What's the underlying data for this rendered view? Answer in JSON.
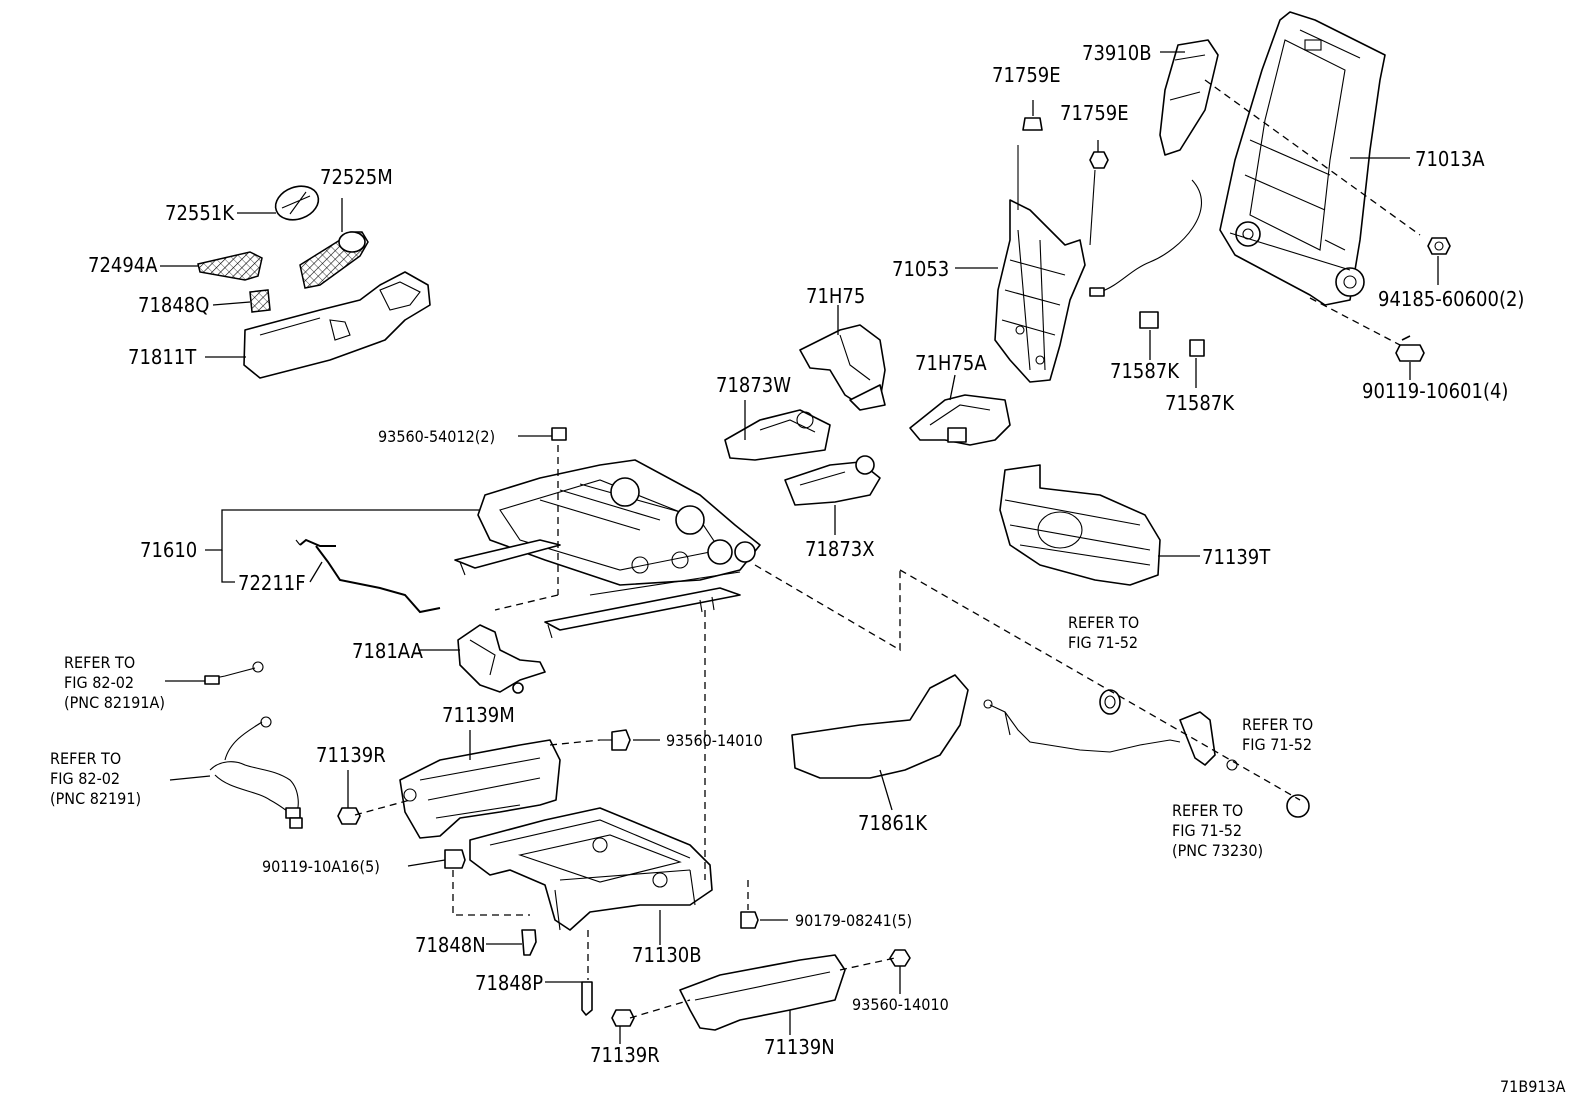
{
  "diagram_code": "71B913A",
  "callouts": {
    "c73910B": "73910B",
    "c71759E_a": "71759E",
    "c71759E_b": "71759E",
    "c71013A": "71013A",
    "c72525M": "72525M",
    "c72551K": "72551K",
    "c72494A": "72494A",
    "c71848Q": "71848Q",
    "c71811T": "71811T",
    "c71053": "71053",
    "c94185": "94185-60600(2)",
    "c71H75": "71H75",
    "c71587K_a": "71587K",
    "c71587K_b": "71587K",
    "c90119_10601": "90119-10601(4)",
    "c71H75A": "71H75A",
    "c71873W": "71873W",
    "c93560_54012": "93560-54012(2)",
    "c71610": "71610",
    "c72211F": "72211F",
    "c71873X": "71873X",
    "c71139T": "71139T",
    "c7181AA": "7181AA",
    "c71139M": "71139M",
    "c93560_14010_a": "93560-14010",
    "c71139R_a": "71139R",
    "c71861K": "71861K",
    "c90119_10A16": "90119-10A16(5)",
    "c90179_08241": "90179-08241(5)",
    "c71848N": "71848N",
    "c71130B": "71130B",
    "c71848P": "71848P",
    "c93560_14010_b": "93560-14010",
    "c71139R_b": "71139R",
    "c71139N": "71139N"
  },
  "references": {
    "r1": [
      "REFER TO",
      "FIG 82-02",
      "(PNC 82191A)"
    ],
    "r2": [
      "REFER TO",
      "FIG 82-02",
      "(PNC 82191)"
    ],
    "r3": [
      "REFER TO",
      "FIG 71-52"
    ],
    "r4": [
      "REFER TO",
      "FIG 71-52"
    ],
    "r5": [
      "REFER TO",
      "FIG 71-52",
      "(PNC 73230)"
    ]
  }
}
